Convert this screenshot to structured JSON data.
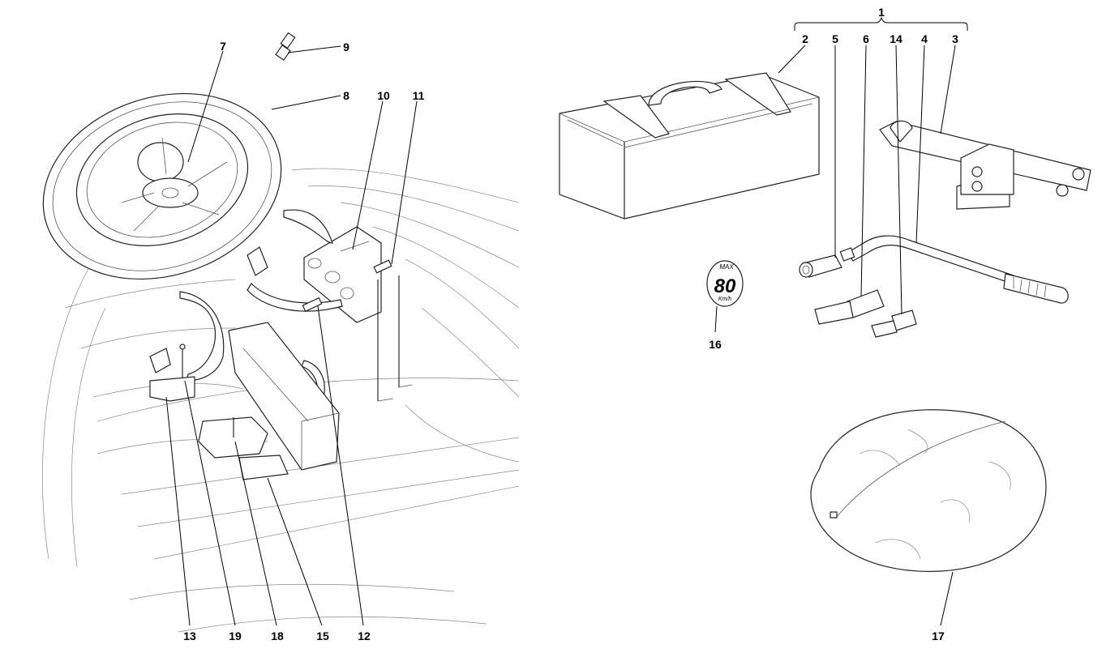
{
  "diagram": {
    "callouts": {
      "c1": "1",
      "c2": "2",
      "c3": "3",
      "c4": "4",
      "c5": "5",
      "c6": "6",
      "c7": "7",
      "c8": "8",
      "c9": "9",
      "c10": "10",
      "c11": "11",
      "c12": "12",
      "c13": "13",
      "c14": "14",
      "c15": "15",
      "c16": "16",
      "c17": "17",
      "c18": "18",
      "c19": "19"
    },
    "speed_sign": {
      "top": "MAX",
      "value": "80",
      "unit": "Km/h"
    }
  }
}
